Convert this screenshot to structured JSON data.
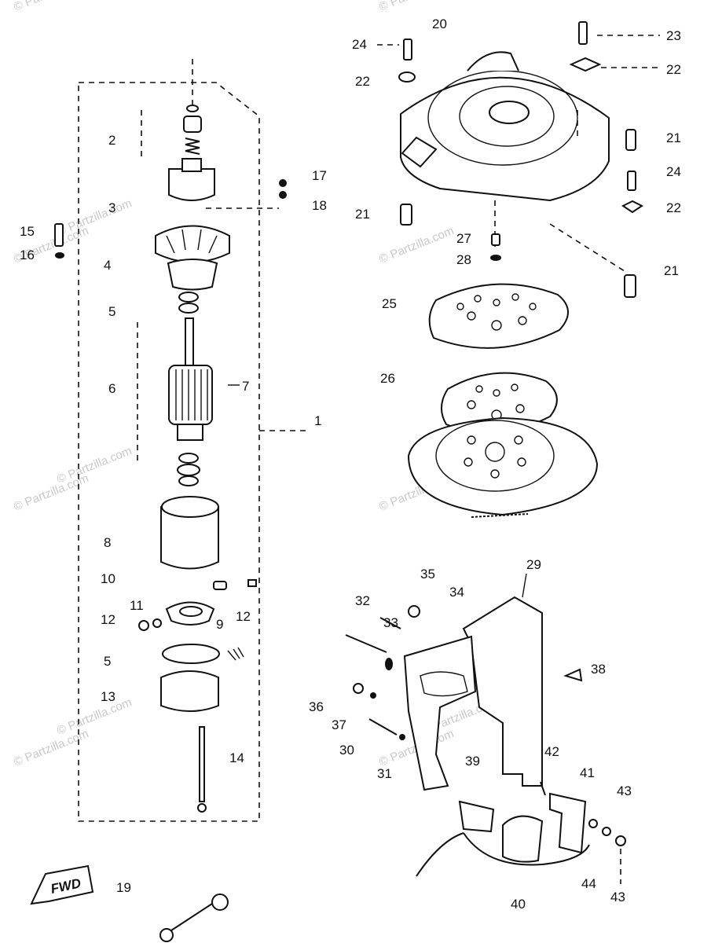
{
  "watermark": "© Partzilla.com",
  "fwd_label": "FWD",
  "callouts": [
    {
      "id": "c1",
      "text": "1"
    },
    {
      "id": "c2",
      "text": "2"
    },
    {
      "id": "c3",
      "text": "3"
    },
    {
      "id": "c4",
      "text": "4"
    },
    {
      "id": "c5a",
      "text": "5"
    },
    {
      "id": "c5b",
      "text": "5"
    },
    {
      "id": "c6",
      "text": "6"
    },
    {
      "id": "c7",
      "text": "7"
    },
    {
      "id": "c8",
      "text": "8"
    },
    {
      "id": "c9",
      "text": "9"
    },
    {
      "id": "c10",
      "text": "10"
    },
    {
      "id": "c11",
      "text": "11"
    },
    {
      "id": "c12a",
      "text": "12"
    },
    {
      "id": "c12b",
      "text": "12"
    },
    {
      "id": "c13",
      "text": "13"
    },
    {
      "id": "c14",
      "text": "14"
    },
    {
      "id": "c15",
      "text": "15"
    },
    {
      "id": "c16",
      "text": "16"
    },
    {
      "id": "c17",
      "text": "17"
    },
    {
      "id": "c18",
      "text": "18"
    },
    {
      "id": "c19",
      "text": "19"
    },
    {
      "id": "c20",
      "text": "20"
    },
    {
      "id": "c21a",
      "text": "21"
    },
    {
      "id": "c21b",
      "text": "21"
    },
    {
      "id": "c21c",
      "text": "21"
    },
    {
      "id": "c22a",
      "text": "22"
    },
    {
      "id": "c22b",
      "text": "22"
    },
    {
      "id": "c22c",
      "text": "22"
    },
    {
      "id": "c23",
      "text": "23"
    },
    {
      "id": "c24a",
      "text": "24"
    },
    {
      "id": "c24b",
      "text": "24"
    },
    {
      "id": "c25",
      "text": "25"
    },
    {
      "id": "c26",
      "text": "26"
    },
    {
      "id": "c27",
      "text": "27"
    },
    {
      "id": "c28",
      "text": "28"
    },
    {
      "id": "c29",
      "text": "29"
    },
    {
      "id": "c30",
      "text": "30"
    },
    {
      "id": "c31",
      "text": "31"
    },
    {
      "id": "c32",
      "text": "32"
    },
    {
      "id": "c33",
      "text": "33"
    },
    {
      "id": "c34",
      "text": "34"
    },
    {
      "id": "c35",
      "text": "35"
    },
    {
      "id": "c36",
      "text": "36"
    },
    {
      "id": "c37",
      "text": "37"
    },
    {
      "id": "c38",
      "text": "38"
    },
    {
      "id": "c39",
      "text": "39"
    },
    {
      "id": "c40",
      "text": "40"
    },
    {
      "id": "c41",
      "text": "41"
    },
    {
      "id": "c42",
      "text": "42"
    },
    {
      "id": "c43a",
      "text": "43"
    },
    {
      "id": "c43b",
      "text": "43"
    },
    {
      "id": "c44",
      "text": "44"
    }
  ]
}
